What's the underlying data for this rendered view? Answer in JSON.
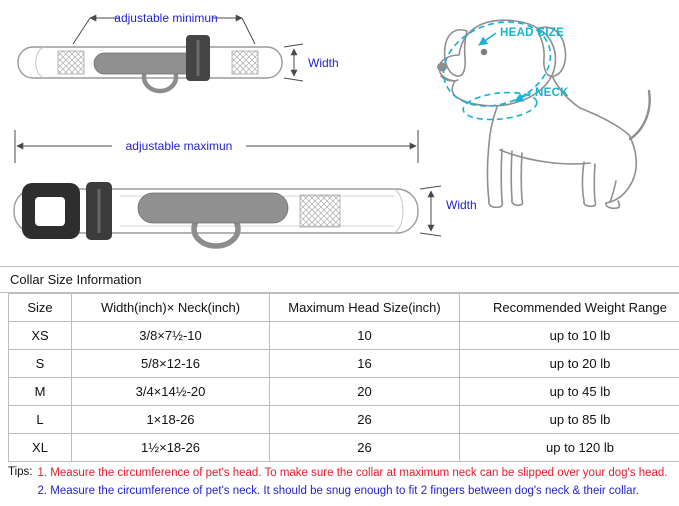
{
  "colors": {
    "label_blue": "#2323cc",
    "cyan": "#14b2d5",
    "tip_red": "#e8192c",
    "tip_blue": "#2323cc",
    "table_border": "#bdbdbd",
    "collar_outline": "#9a9a9a",
    "pad_gray": "#8f8f8f",
    "buckle_dark": "#2e2e2e"
  },
  "diagram": {
    "min_collar_label": "adjustable minimun",
    "max_collar_label": "adjustable maximun",
    "width_label_min": "Width",
    "width_label_max": "Width",
    "head_size_label": "HEAD SIZE",
    "neck_label": "NECK"
  },
  "table": {
    "title": "Collar Size Information",
    "headers": [
      "Size",
      "Width(inch)× Neck(inch)",
      "Maximum Head Size(inch)",
      "Recommended Weight Range"
    ],
    "rows": [
      [
        "XS",
        "3/8×7½-10",
        "10",
        "up to 10 lb"
      ],
      [
        "S",
        "5/8×12-16",
        "16",
        "up to 20 lb"
      ],
      [
        "M",
        "3/4×14½-20",
        "20",
        "up to 45 lb"
      ],
      [
        "L",
        "1×18-26",
        "26",
        "up to 85 lb"
      ],
      [
        "XL",
        "1½×18-26",
        "26",
        "up to 120 lb"
      ]
    ]
  },
  "tips": {
    "label": "Tips:",
    "tip1": "1. Measure the circumference of pet's head.  To make sure the collar at maximum neck can be slipped over your dog's head.",
    "tip2": "2. Measure the circumference of pet's neck. It should be snug enough to fit 2 fingers between dog's neck & their collar."
  }
}
